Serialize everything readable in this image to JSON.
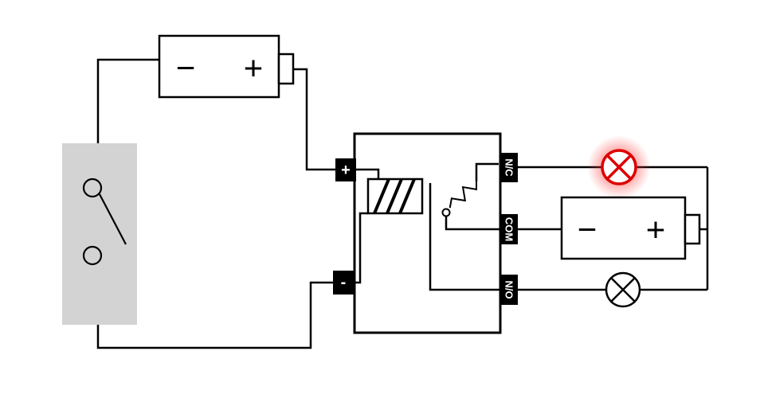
{
  "colors": {
    "wire": "#000000",
    "lamp_on": "#dd0000",
    "lamp_off": "#000000",
    "switch_body": "#d3d3d3",
    "terminal_block": "#000000",
    "terminal_text": "#ffffff"
  },
  "battery_left": {
    "negative_label": "−",
    "positive_label": "+"
  },
  "battery_right": {
    "negative_label": "−",
    "positive_label": "+"
  },
  "relay": {
    "positive_terminal_label": "+",
    "negative_terminal_label": "-",
    "terminals": [
      {
        "label": "N/C"
      },
      {
        "label": "COM"
      },
      {
        "label": "N/O"
      }
    ]
  },
  "lamps": {
    "nc_lamp": {
      "state": "on"
    },
    "no_lamp": {
      "state": "off"
    }
  }
}
